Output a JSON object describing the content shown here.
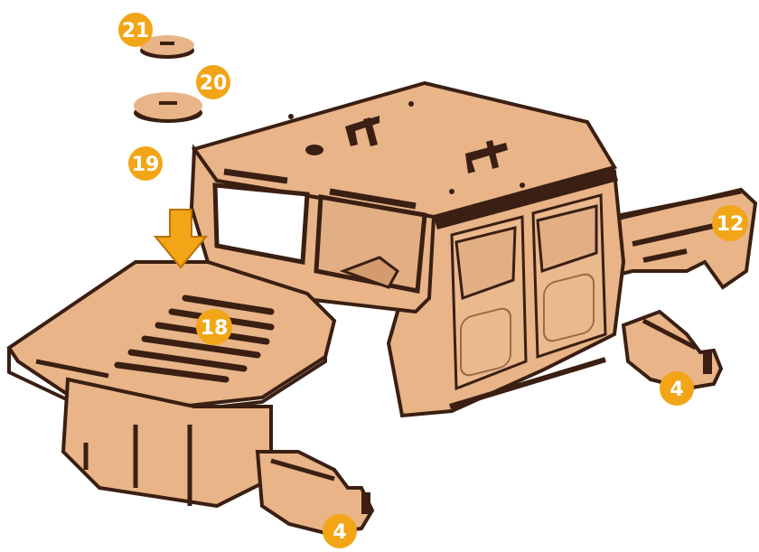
{
  "diagram": {
    "badges": [
      {
        "id": "21",
        "label": "21"
      },
      {
        "id": "20",
        "label": "20"
      },
      {
        "id": "19",
        "label": "19"
      },
      {
        "id": "18",
        "label": "18"
      },
      {
        "id": "12",
        "label": "12"
      },
      {
        "id": "4a",
        "label": "4"
      },
      {
        "id": "4b",
        "label": "4"
      }
    ]
  },
  "colors": {
    "wood": "#E8B488",
    "wood_shadow": "#D49B6E",
    "wood_light": "#F0C49C",
    "outline": "#3A1F12",
    "badge": "#F2A516",
    "arrow": "#F2A516"
  }
}
